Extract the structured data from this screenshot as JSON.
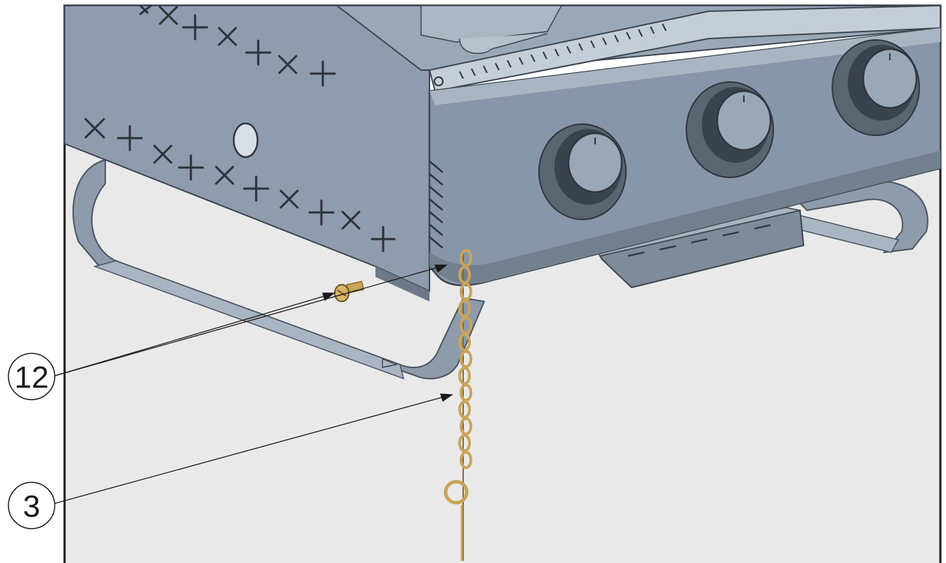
{
  "callouts": [
    {
      "label": "12",
      "part": "screw"
    },
    {
      "label": "3",
      "part": "ignition-chain"
    }
  ],
  "colors": {
    "steel_dark": "#6f7d8a",
    "steel_mid": "#8e9bab",
    "steel_light": "#b4bfcc",
    "floor": "#e9e9e9",
    "brass": "#c9a45a",
    "brass_dark": "#8a6a2a",
    "leader": "#1a1a1a"
  }
}
